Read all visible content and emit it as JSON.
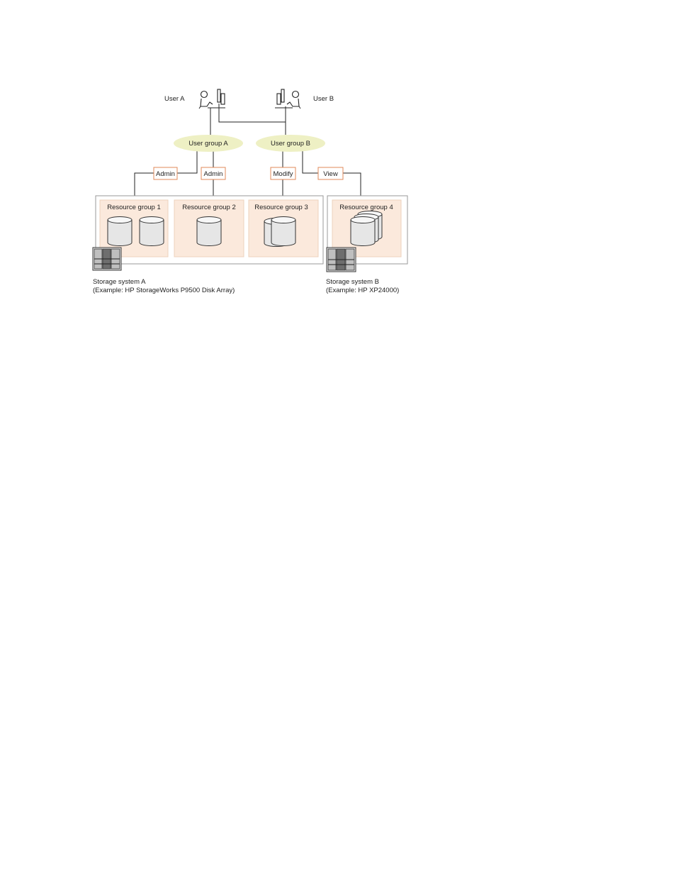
{
  "users": [
    {
      "id": "user-a",
      "label": "User A"
    },
    {
      "id": "user-b",
      "label": "User B"
    }
  ],
  "user_groups": [
    {
      "id": "user-group-a",
      "label": "User group A"
    },
    {
      "id": "user-group-b",
      "label": "User group B"
    }
  ],
  "permissions": [
    {
      "id": "perm-admin-1",
      "label": "Admin"
    },
    {
      "id": "perm-admin-2",
      "label": "Admin"
    },
    {
      "id": "perm-modify",
      "label": "Modify"
    },
    {
      "id": "perm-view",
      "label": "View"
    }
  ],
  "resource_groups": [
    {
      "id": "resource-group-1",
      "label": "Resource group 1"
    },
    {
      "id": "resource-group-2",
      "label": "Resource group 2"
    },
    {
      "id": "resource-group-3",
      "label": "Resource group 3"
    },
    {
      "id": "resource-group-4",
      "label": "Resource group 4"
    }
  ],
  "storage_systems": [
    {
      "id": "storage-system-a",
      "name": "Storage system A",
      "example": "(Example: HP StorageWorks P9500 Disk Array)"
    },
    {
      "id": "storage-system-b",
      "name": "Storage system B",
      "example": "(Example: HP XP24000)"
    }
  ],
  "colors": {
    "user_group_fill": "#eef0c4",
    "resource_group_fill": "#fbe9dc",
    "permission_border": "#e08a5a",
    "storage_border": "#9a9a9a"
  },
  "icons": {
    "user": "user-at-computer-icon",
    "disk": "disk-cylinder-icon",
    "storage": "storage-rack-icon"
  }
}
